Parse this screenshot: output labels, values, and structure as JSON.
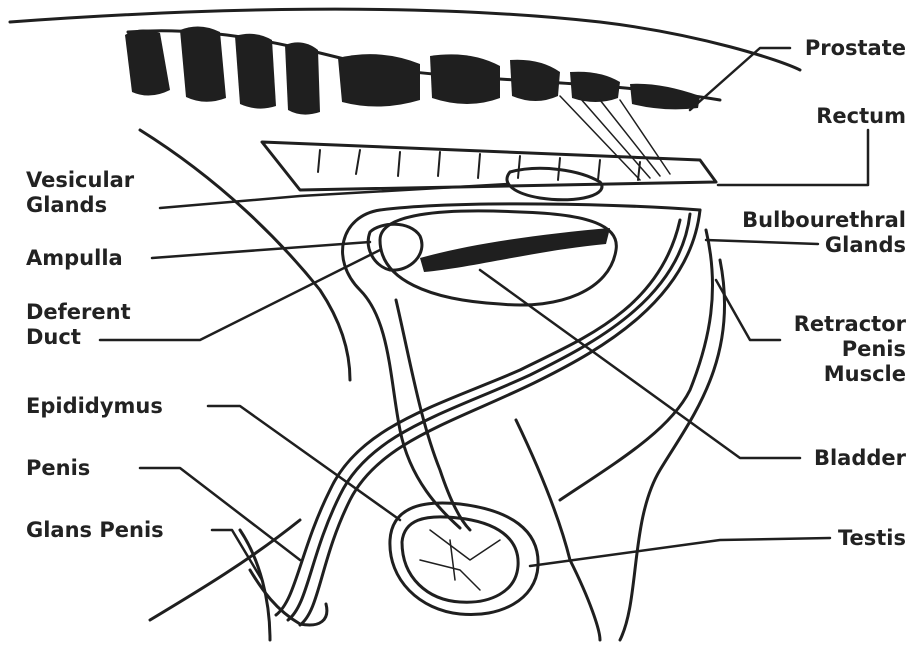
{
  "diagram": {
    "labels_left": {
      "vesicular_glands": [
        "Vesicular",
        "Glands"
      ],
      "ampulla": "Ampulla",
      "deferent_duct": [
        "Deferent",
        "Duct"
      ],
      "epididymus": "Epididymus",
      "penis": "Penis",
      "glans_penis": "Glans Penis"
    },
    "labels_right": {
      "prostate": "Prostate",
      "rectum": "Rectum",
      "bulbourethral_glands": [
        "Bulbourethral",
        "Glands"
      ],
      "retractor_penis_muscle": [
        "Retractor",
        "Penis",
        "Muscle"
      ],
      "bladder": "Bladder",
      "testis": "Testis"
    },
    "colors": {
      "ink": "#1f1f1f",
      "background": "#ffffff"
    }
  }
}
